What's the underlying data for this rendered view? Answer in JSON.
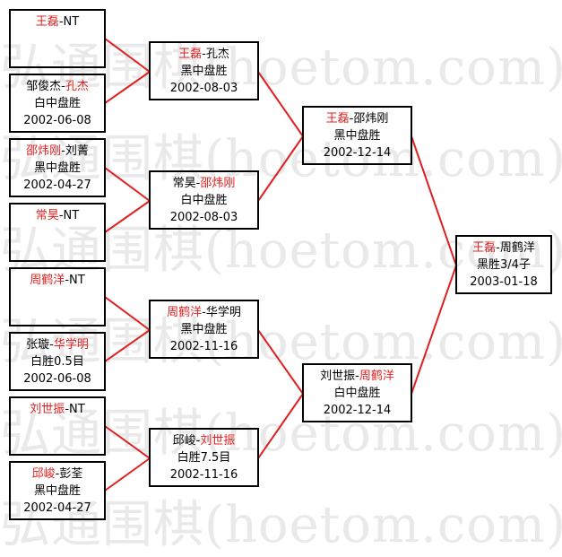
{
  "colors": {
    "winner": "#e02020",
    "lines": "#e02020",
    "border": "#000000",
    "watermark": "#e9e9e9"
  },
  "watermark": {
    "text": "弘通围棋(hoetom.com)"
  },
  "round1": [
    {
      "left": "王磊",
      "right": "NT",
      "winner": "left",
      "result": "",
      "date": ""
    },
    {
      "left": "邹俊杰",
      "right": "孔杰",
      "winner": "right",
      "result": "白中盘胜",
      "date": "2002-06-08"
    },
    {
      "left": "邵炜刚",
      "right": "刘菁",
      "winner": "left",
      "result": "黑中盘胜",
      "date": "2002-04-27"
    },
    {
      "left": "常昊",
      "right": "NT",
      "winner": "left",
      "result": "",
      "date": ""
    },
    {
      "left": "周鹤洋",
      "right": "NT",
      "winner": "left",
      "result": "",
      "date": ""
    },
    {
      "left": "张璇",
      "right": "华学明",
      "winner": "right",
      "result": "白胜0.5目",
      "date": "2002-06-08"
    },
    {
      "left": "刘世振",
      "right": "NT",
      "winner": "left",
      "result": "",
      "date": ""
    },
    {
      "left": "邱峻",
      "right": "彭荃",
      "winner": "left",
      "result": "黑中盘胜",
      "date": "2002-04-27"
    }
  ],
  "round2": [
    {
      "left": "王磊",
      "right": "孔杰",
      "winner": "left",
      "result": "黑中盘胜",
      "date": "2002-08-03"
    },
    {
      "left": "常昊",
      "right": "邵炜刚",
      "winner": "right",
      "result": "白中盘胜",
      "date": "2002-08-03"
    },
    {
      "left": "周鹤洋",
      "right": "华学明",
      "winner": "left",
      "result": "黑中盘胜",
      "date": "2002-11-16"
    },
    {
      "left": "邱峻",
      "right": "刘世振",
      "winner": "right",
      "result": "白胜7.5目",
      "date": "2002-11-16"
    }
  ],
  "round3": [
    {
      "left": "王磊",
      "right": "邵炜刚",
      "winner": "left",
      "result": "黑中盘胜",
      "date": "2002-12-14"
    },
    {
      "left": "刘世振",
      "right": "周鹤洋",
      "winner": "right",
      "result": "白中盘胜",
      "date": "2002-12-14"
    }
  ],
  "final": [
    {
      "left": "王磊",
      "right": "周鹤洋",
      "winner": "left",
      "result": "黑胜3/4子",
      "date": "2003-01-18"
    }
  ]
}
